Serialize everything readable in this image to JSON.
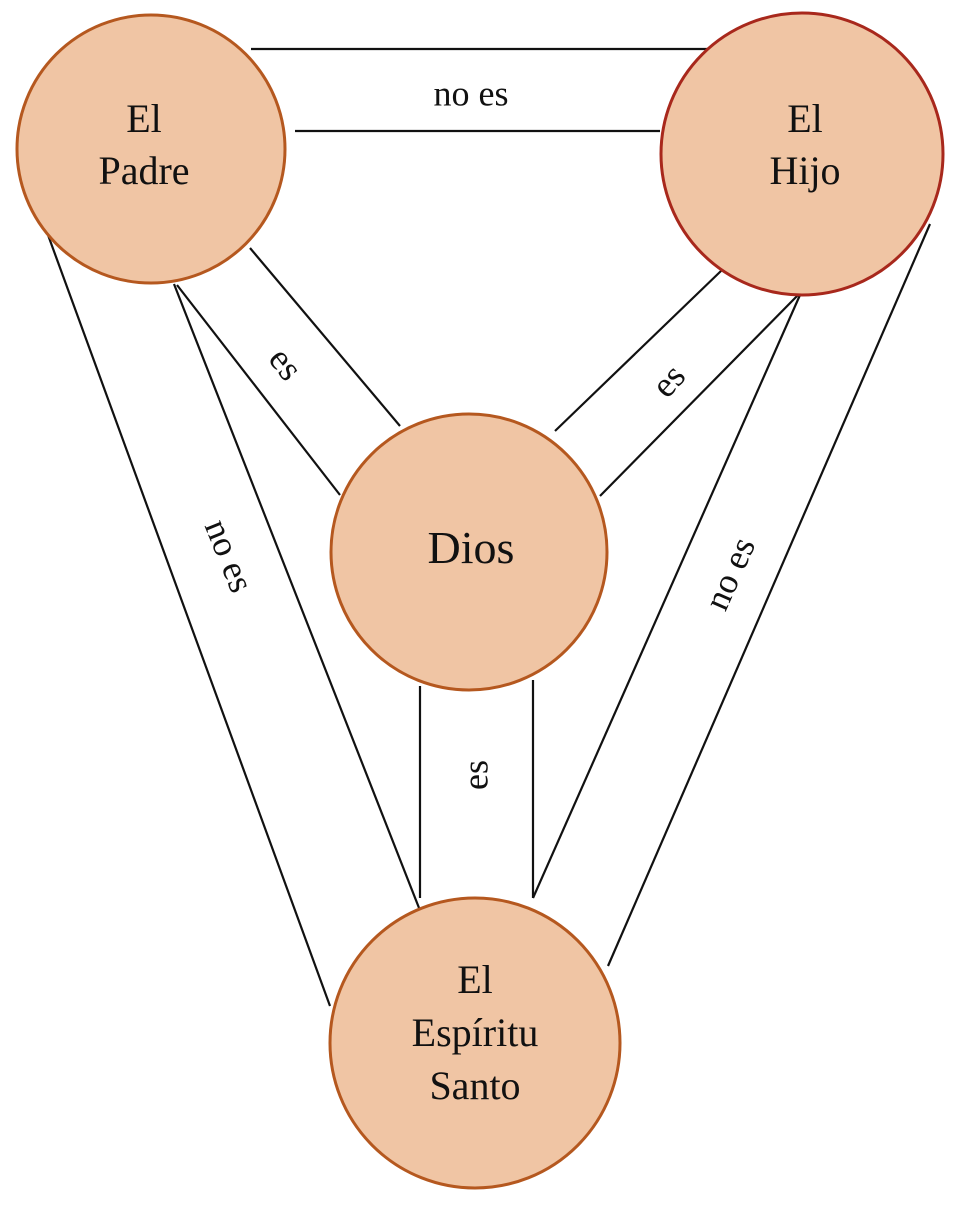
{
  "title": "Escudo de la Trinidad",
  "colors": {
    "node_fill": "#F0C5A4",
    "node_border": "#B5581F",
    "node_border_hijo": "#A8281C",
    "line": "#111111",
    "background": "#FFFFFF"
  },
  "nodes": {
    "padre": {
      "lines": [
        "El",
        "Padre"
      ]
    },
    "hijo": {
      "lines": [
        "El",
        "Hijo"
      ]
    },
    "dios": {
      "lines": [
        "Dios"
      ]
    },
    "espiritu": {
      "lines": [
        "El",
        "Espíritu",
        "Santo"
      ]
    }
  },
  "edges": {
    "padre_hijo": {
      "label": "no es",
      "relation": "is-not"
    },
    "padre_dios": {
      "label": "es",
      "relation": "is"
    },
    "hijo_dios": {
      "label": "es",
      "relation": "is"
    },
    "dios_espiritu": {
      "label": "es",
      "relation": "is"
    },
    "padre_espiritu": {
      "label": "no es",
      "relation": "is-not"
    },
    "hijo_espiritu": {
      "label": "no es",
      "relation": "is-not"
    }
  }
}
